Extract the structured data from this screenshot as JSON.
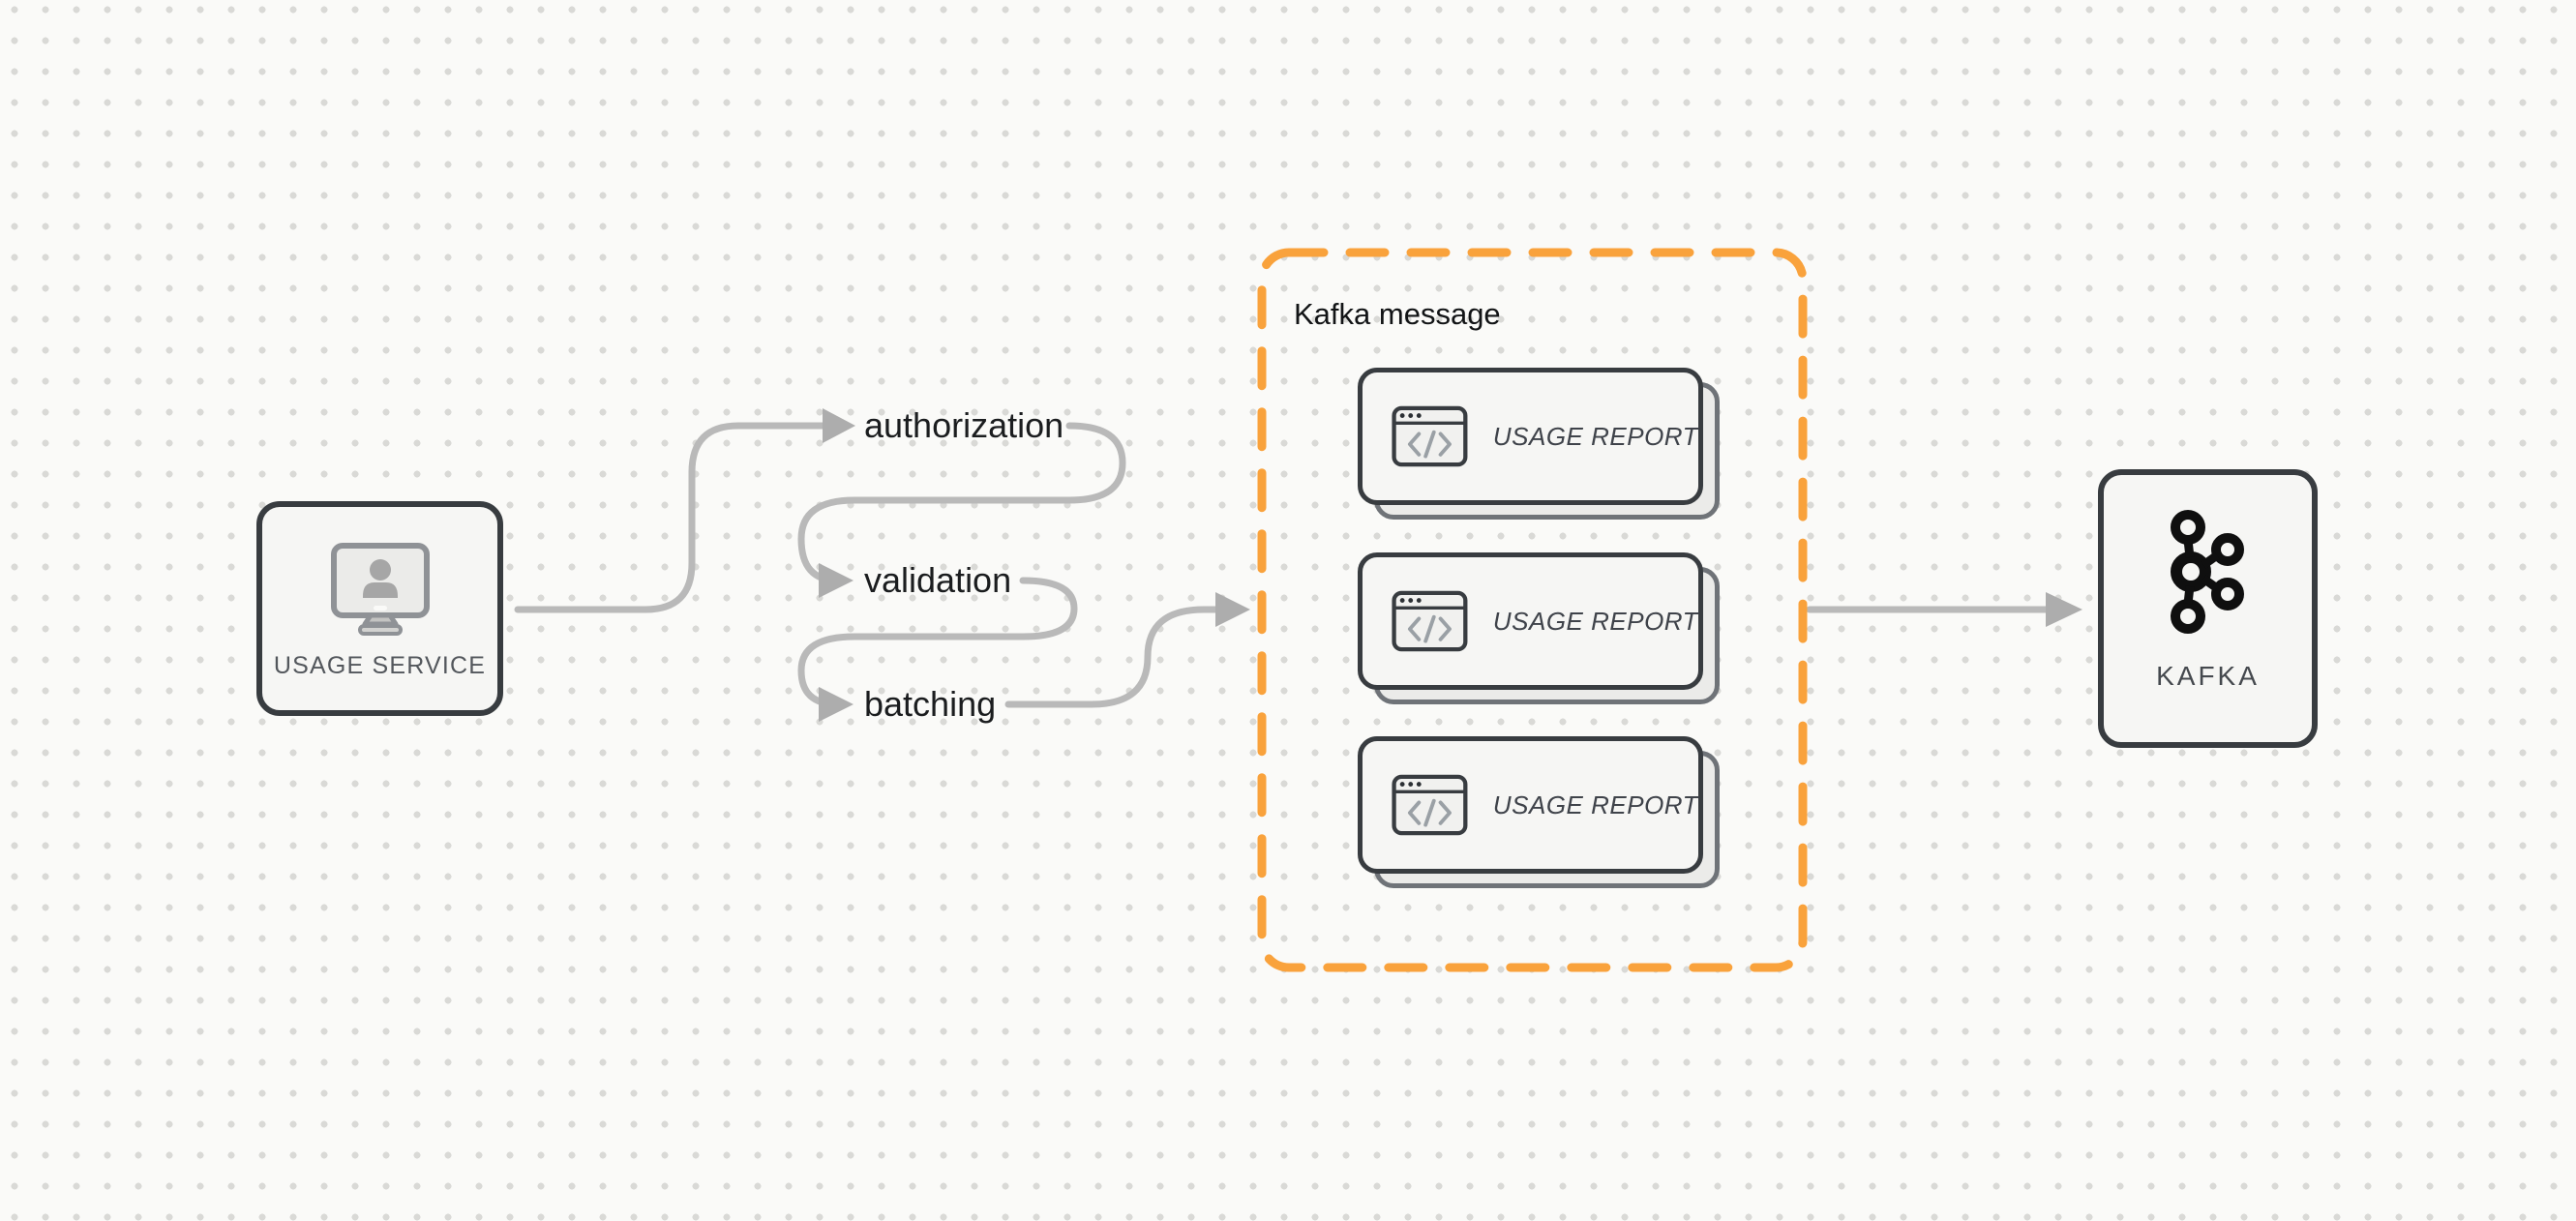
{
  "usage_service": {
    "label": "USAGE SERVICE",
    "icon": "monitor-user-icon"
  },
  "flow": {
    "steps": [
      {
        "label": "authorization"
      },
      {
        "label": "validation"
      },
      {
        "label": "batching"
      }
    ]
  },
  "kafka_message": {
    "title": "Kafka message",
    "cards": [
      {
        "label": "USAGE REPORT",
        "icon": "code-window-icon"
      },
      {
        "label": "USAGE REPORT",
        "icon": "code-window-icon"
      },
      {
        "label": "USAGE REPORT",
        "icon": "code-window-icon"
      }
    ]
  },
  "kafka": {
    "label": "KAFKA",
    "icon": "kafka-logo-icon"
  },
  "colors": {
    "background": "#FAFAF8",
    "dot_grid": "#D9D9D6",
    "connector_gray": "#B9B9B9",
    "arrowhead_gray": "#ADADAD",
    "accent_orange": "#F9A23C",
    "node_border_dark": "#383C40",
    "node_fill": "#F6F6F4",
    "text_primary": "#1B1D1F",
    "text_secondary": "#53575C"
  }
}
